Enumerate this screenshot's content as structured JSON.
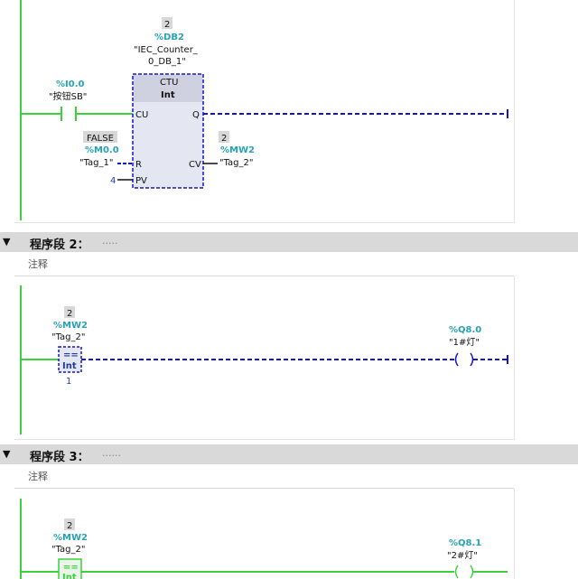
{
  "network1": {
    "db_badge": "2",
    "db_addr": "%DB2",
    "db_name_line1": "\"IEC_Counter_",
    "db_name_line2": "0_DB_1\"",
    "block_type": "CTU",
    "block_dtype": "Int",
    "pin_cu": "CU",
    "pin_q": "Q",
    "pin_r": "R",
    "pin_cv": "CV",
    "pin_pv": "PV",
    "input_addr": "%I0.0",
    "input_tag": "\"按钮SB\"",
    "r_value": "FALSE",
    "r_addr": "%M0.0",
    "r_tag": "\"Tag_1\"",
    "pv_value": "4",
    "cv_badge": "2",
    "cv_addr": "%MW2",
    "cv_tag": "\"Tag_2\""
  },
  "segment2": {
    "arrow": "▼",
    "title": "程序段 2：",
    "dots": ".....",
    "comment": "注释",
    "cmp_badge": "2",
    "cmp_addr": "%MW2",
    "cmp_tag": "\"Tag_2\"",
    "cmp_op": "==",
    "cmp_type": "Int",
    "cmp_value": "1",
    "coil_addr": "%Q8.0",
    "coil_tag": "\"1#灯\""
  },
  "segment3": {
    "arrow": "▼",
    "title": "程序段 3：",
    "dots": "......",
    "comment": "注释",
    "cmp_badge": "2",
    "cmp_addr": "%MW2",
    "cmp_tag": "\"Tag_2\"",
    "cmp_op": "==",
    "cmp_type": "Int",
    "coil_addr": "%Q8.1",
    "coil_tag": "\"2#灯\""
  },
  "colors": {
    "power_rail": "#3cd23c",
    "active_wire": "#1414c8",
    "address_teal": "#27a2b5",
    "block_fill": "#e4e6f2",
    "header_gray": "#d9d9d9"
  }
}
